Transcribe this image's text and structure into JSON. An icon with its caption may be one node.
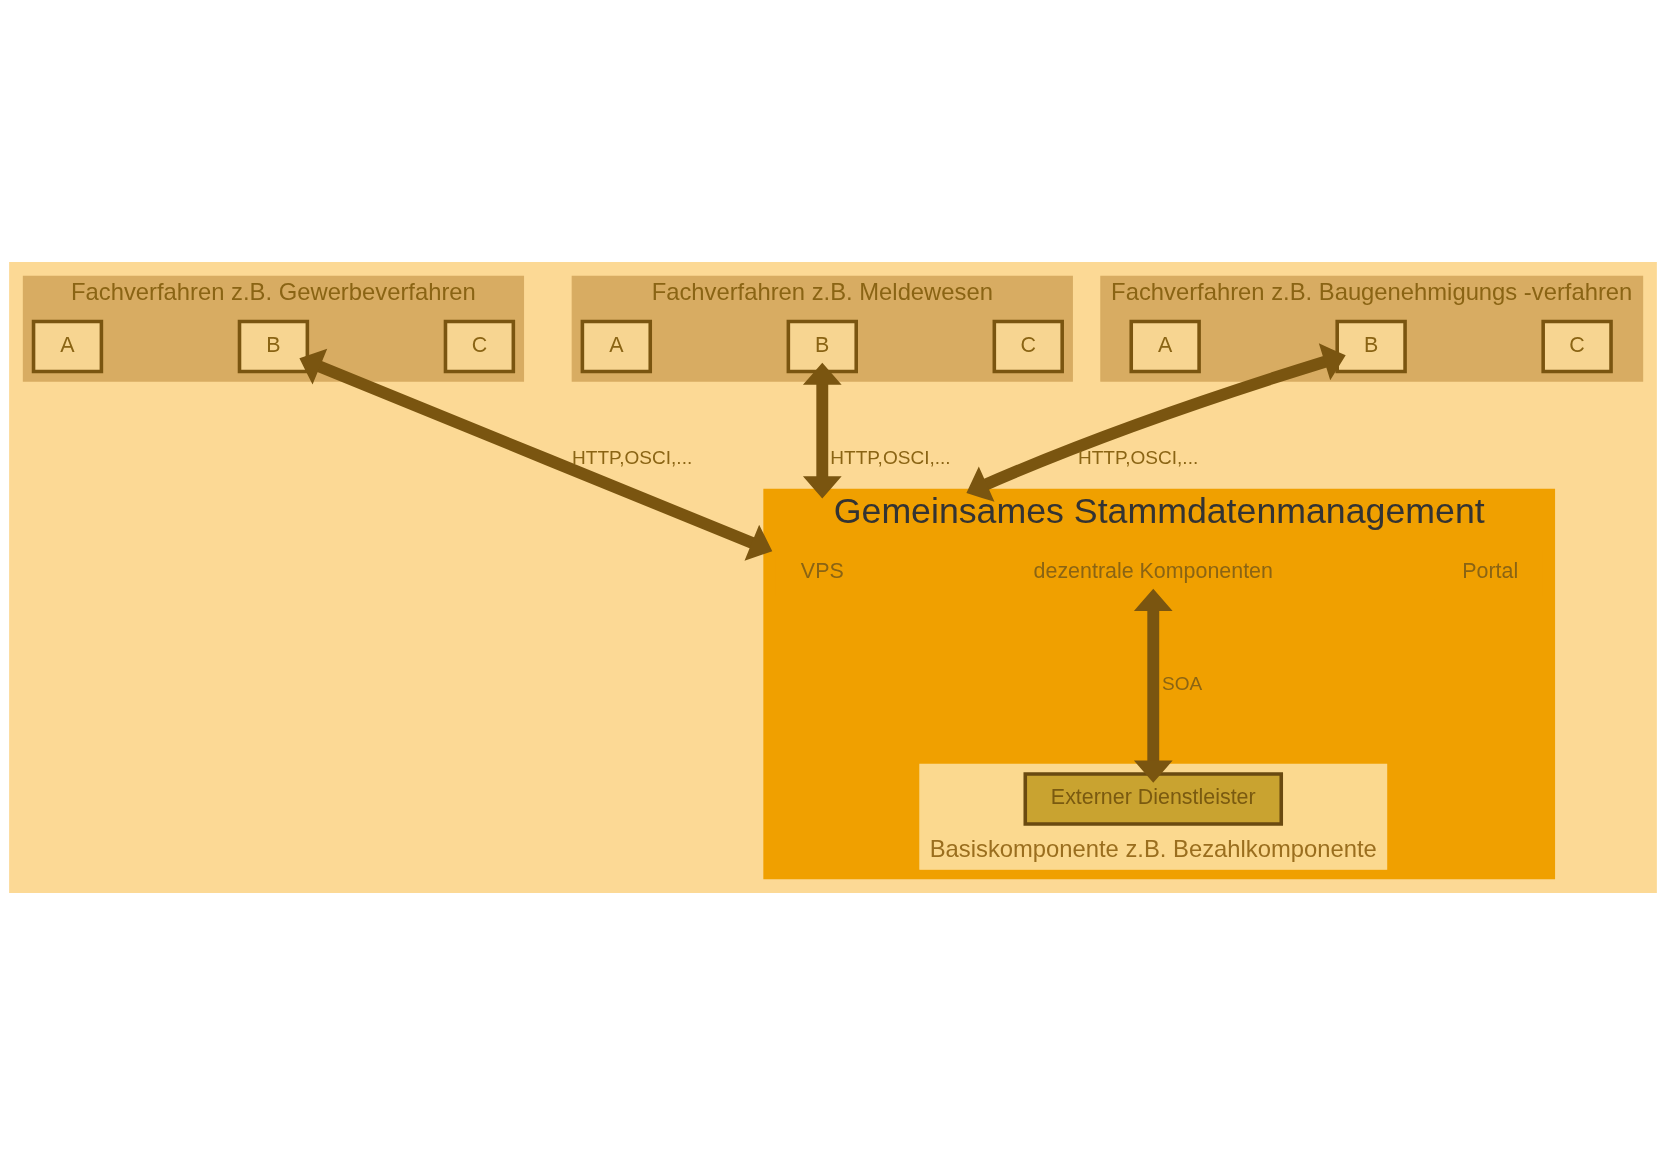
{
  "diagram": {
    "nodes": [
      {
        "text": [
          "Fachverfahren z.B. Gewerbeverfahren"
        ]
      },
      {
        "text": [
          "A"
        ],
        "in": 0
      },
      {
        "text": [
          "B"
        ],
        "in": 0
      },
      {
        "text": [
          "C"
        ],
        "in": 0
      },
      {
        "text": [
          "Fachverfahren z.B. Meldewesen"
        ]
      },
      {
        "text": [
          "A"
        ],
        "in": 4
      },
      {
        "text": [
          "B"
        ],
        "in": 4
      },
      {
        "text": [
          "C"
        ],
        "in": 4
      },
      {
        "text": [
          "Fachverfahren z.B. Baugenehmigungs -verfahren"
        ]
      },
      {
        "text": [
          "A"
        ],
        "in": 8
      },
      {
        "text": [
          "B"
        ],
        "in": 8
      },
      {
        "text": [
          "C"
        ],
        "in": 8
      },
      {
        "text": [
          "Gemeinsames Stammdatenmanagement"
        ]
      },
      {
        "text": [
          "VPS"
        ],
        "in": 12
      },
      {
        "text": [
          "dezentrale Komponenten"
        ],
        "in": 12
      },
      {
        "text": [
          "Portal"
        ],
        "in": 12
      },
      {
        "text": [
          "Basiskomponente z.B. Bezahlkomponente"
        ],
        "in": 12
      },
      {
        "text": [
          "Externer Dienstleister"
        ],
        "in": 16
      }
    ],
    "edges": [
      {
        "from": 2,
        "to": 12,
        "arrow": "both",
        "label": "HTTP,OSCI,..."
      },
      {
        "from": 6,
        "to": 12,
        "arrow": "both",
        "label": "HTTP,OSCI,..."
      },
      {
        "from": 10,
        "to": 12,
        "arrow": "both",
        "label": "HTTP,OSCI,..."
      },
      {
        "from": 14,
        "to": 17,
        "arrow": "both",
        "label": "SOA"
      }
    ]
  }
}
